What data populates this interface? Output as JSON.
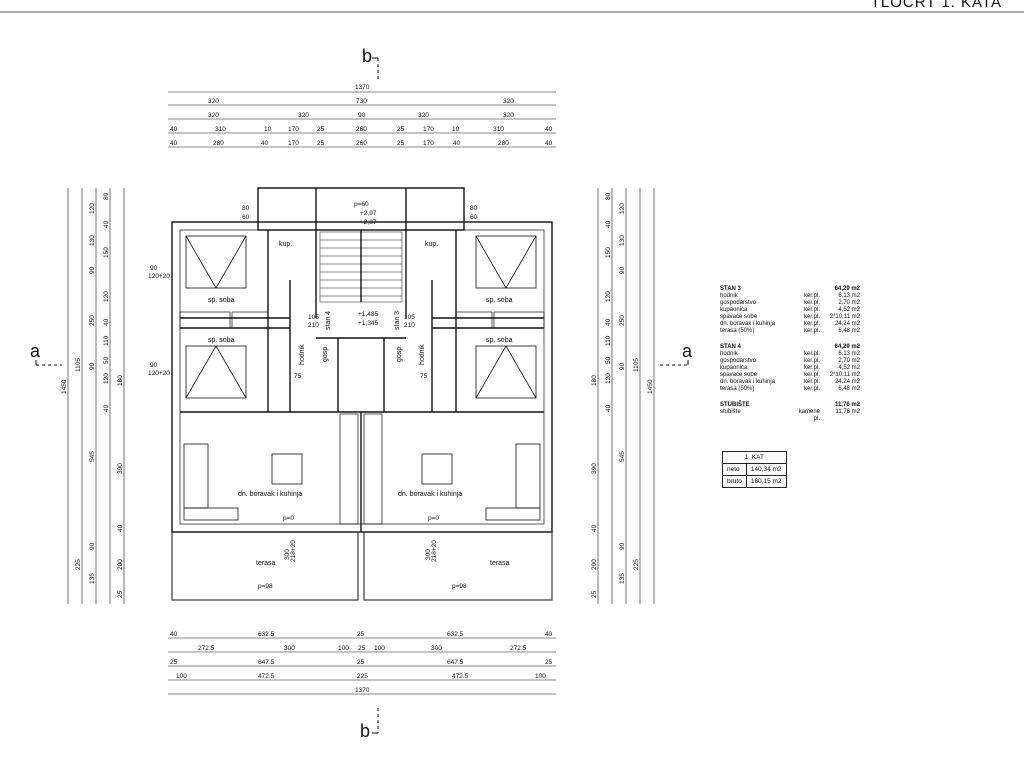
{
  "header": {
    "title": "TLOCRT 1. KATA"
  },
  "sections": {
    "b_top": "b",
    "b_bottom": "b",
    "a_left": "a",
    "a_right": "a"
  },
  "dims_top": {
    "overall": "1370",
    "row1": [
      "320",
      "730",
      "320"
    ],
    "row2": [
      "320",
      "320",
      "90",
      "320",
      "320"
    ],
    "row3": [
      "40",
      "310",
      "10",
      "170",
      "25",
      "260",
      "25",
      "170",
      "10",
      "310",
      "40"
    ],
    "row4": [
      "40",
      "280",
      "40",
      "170",
      "25",
      "260",
      "25",
      "170",
      "40",
      "280",
      "40"
    ]
  },
  "dims_bottom": {
    "row1": [
      "40",
      "632.5",
      "25",
      "632.5",
      "40"
    ],
    "row2": [
      "272.5",
      "300",
      "100",
      "25",
      "100",
      "300",
      "272.5"
    ],
    "row3": [
      "25",
      "647.5",
      "25",
      "647.5",
      "25"
    ],
    "row4": [
      "100",
      "472.5",
      "225",
      "472.5",
      "100"
    ],
    "overall": "1370"
  },
  "dims_left": {
    "outer": "1450",
    "mid": [
      "1105",
      "225"
    ],
    "a": [
      "120",
      "130",
      "90",
      "250",
      "90",
      "545",
      "90",
      "135"
    ],
    "b": [
      "80",
      "40",
      "150",
      "120",
      "40",
      "110",
      "50",
      "120",
      "40",
      "180",
      "390",
      "40",
      "200",
      "25"
    ]
  },
  "dims_right": {
    "outer": "1450",
    "mid": [
      "1105",
      "225"
    ],
    "a": [
      "120",
      "130",
      "90",
      "250",
      "90",
      "545",
      "90",
      "135"
    ],
    "b": [
      "80",
      "40",
      "150",
      "120",
      "40",
      "110",
      "50",
      "120",
      "40",
      "180",
      "390",
      "40",
      "200",
      "25"
    ]
  },
  "rooms": {
    "sp_soba": "sp. soba",
    "kup": "kup.",
    "hodnik": "hodnik",
    "gosp": "gosp.",
    "stan3": "stan 3",
    "stan4": "stan 4",
    "boravak": "dn. boravak i kuhinja",
    "terasa": "terasa"
  },
  "labels": {
    "p60": "p=60",
    "lvl1": "+2,97",
    "lvl2": "+2,87",
    "lvl3": "+1,485",
    "lvl4": "+1,345",
    "p0": "p=0",
    "p98": "p=98",
    "d80": "80",
    "d60": "60",
    "d105": "105",
    "d210": "210",
    "d90": "90",
    "d120x20": "120+20",
    "d75": "75",
    "d300": "300",
    "d218": "218+20"
  },
  "table": {
    "stan3": {
      "title": "STAN 3",
      "total": "64,29 m2",
      "rows": [
        {
          "name": "hodnik",
          "mat": "ker.pl.",
          "val": "6,13 m2"
        },
        {
          "name": "gospodarstvo",
          "mat": "ker.pl.",
          "val": "2,70 m2"
        },
        {
          "name": "kupaonica",
          "mat": "ker.pl.",
          "val": "4,52 m2"
        },
        {
          "name": "spavaće sobe",
          "mat": "ker.pl.",
          "val": "2*10,11 m2"
        },
        {
          "name": "dn. boravak i kuhinja",
          "mat": "ker.pl.",
          "val": "24,24 m2"
        },
        {
          "name": "terasa (50%)",
          "mat": "ker.pl.",
          "val": "6,48 m2"
        }
      ]
    },
    "stan4": {
      "title": "STAN 4",
      "total": "64,29 m2",
      "rows": [
        {
          "name": "hodnik",
          "mat": "ker.pl.",
          "val": "6,13 m2"
        },
        {
          "name": "gospodarstvo",
          "mat": "ker.pl.",
          "val": "2,70 m2"
        },
        {
          "name": "kupaonica",
          "mat": "ker.pl.",
          "val": "4,52 m2"
        },
        {
          "name": "spavaće sobe",
          "mat": "ker.pl.",
          "val": "2*10,11 m2"
        },
        {
          "name": "dn. boravak i kuhinja",
          "mat": "ker.pl.",
          "val": "24,24 m2"
        },
        {
          "name": "terasa (50%)",
          "mat": "ker.pl.",
          "val": "6,48 m2"
        }
      ]
    },
    "stubiste": {
      "title": "STUBIŠTE",
      "total": "11,76 m2",
      "rows": [
        {
          "name": "stubište",
          "mat": "kamene pl.",
          "val": "11,76 m2"
        }
      ]
    }
  },
  "totals": {
    "title": "1. KAT",
    "neto_label": "neto",
    "neto_val": "140,34 m2",
    "bruto_label": "bruto",
    "bruto_val": "160,15 m2"
  }
}
